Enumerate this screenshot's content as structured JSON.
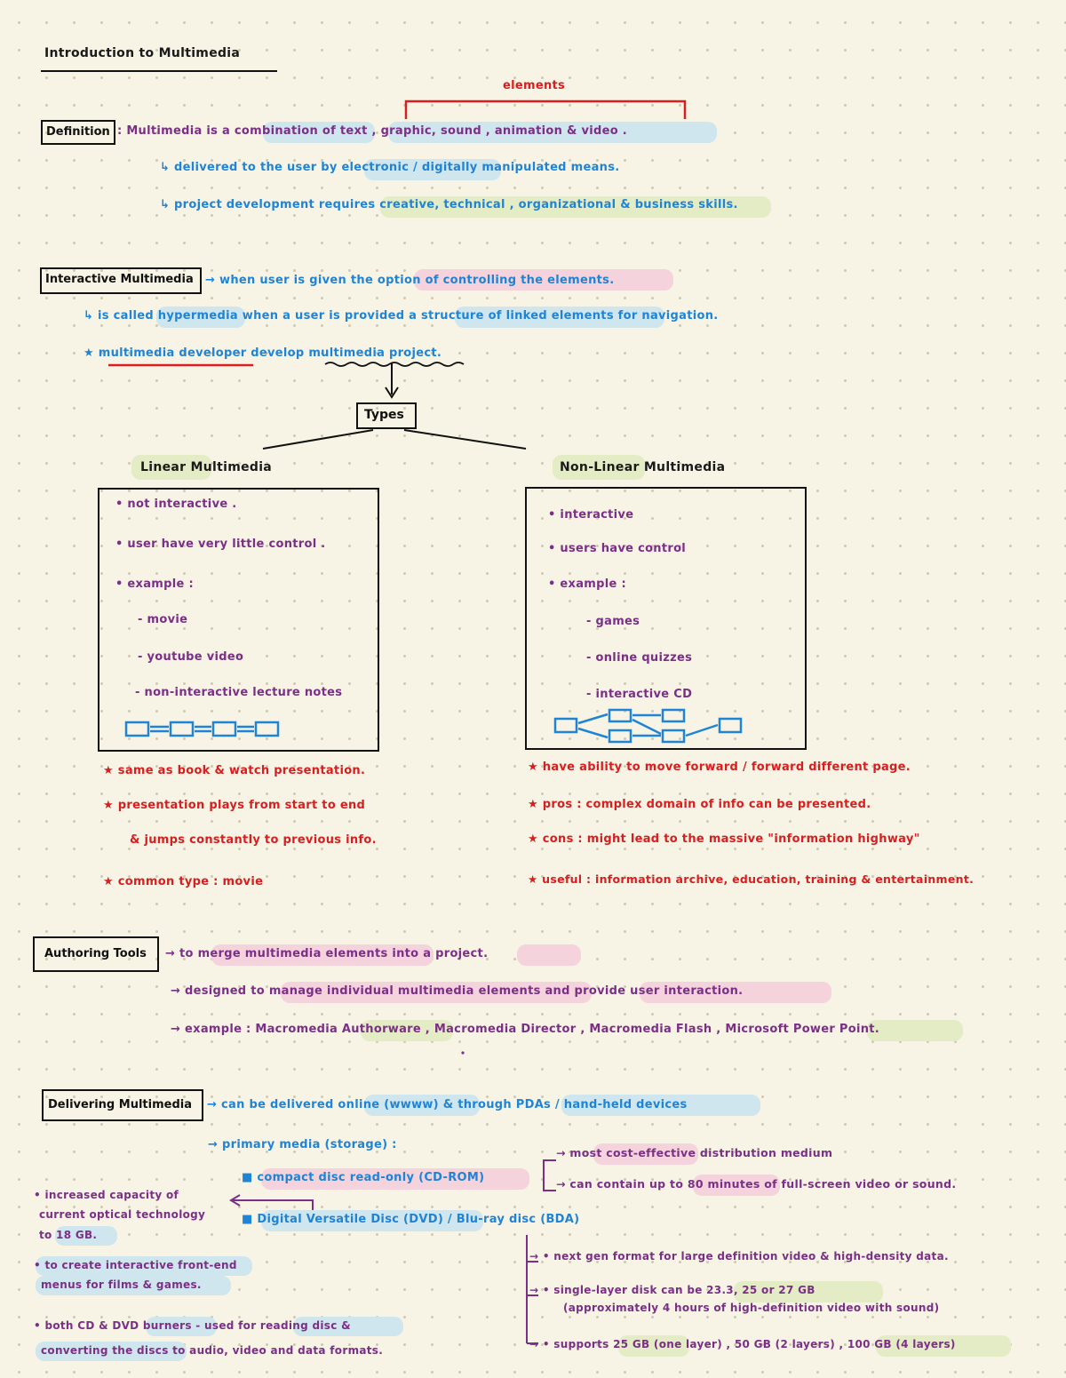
{
  "title": "Introduction to Multimedia",
  "elements_label": "elements",
  "definition": {
    "label": "Definition",
    "main": ": Multimedia is a combination of text , graphic, sound , animation & video .",
    "sub1": "↳ delivered to the user by electronic / digitally manipulated means.",
    "sub2": "↳ project development requires creative, technical , organizational & business skills."
  },
  "interactive": {
    "label": "Interactive Multimedia",
    "main": "→ when user is given the option of controlling the elements.",
    "sub1": "↳ is called hypermedia when a user is provided a structure of linked elements for navigation.",
    "sub2": "★ multimedia developer develop multimedia project."
  },
  "types_label": "Types",
  "linear": {
    "heading": "Linear Multimedia",
    "items": [
      "• not interactive .",
      "• user have very little control .",
      "• example :",
      "- movie",
      "- youtube video",
      "- non-interactive lecture notes"
    ],
    "notes": [
      "★ same as book & watch presentation.",
      "★ presentation plays from start to end",
      "& jumps constantly to previous info.",
      "★ common type : movie"
    ]
  },
  "nonlinear": {
    "heading": "Non-Linear Multimedia",
    "items": [
      "• interactive",
      "• users have control",
      "• example :",
      "- games",
      "- online quizzes",
      "- interactive CD"
    ],
    "notes": [
      "★ have ability to move forward / forward different page.",
      "★ pros : complex domain of info can be presented.",
      "★ cons : might lead to the massive \"information highway\"",
      "★ useful : information archive, education, training & entertainment."
    ]
  },
  "authoring": {
    "label": "Authoring Tools",
    "lines": [
      "→ to merge multimedia elements into a project.",
      "→ designed to manage individual multimedia elements and provide user interaction.",
      "→ example : Macromedia Authorware , Macromedia Director , Macromedia Flash , Microsoft Power Point."
    ]
  },
  "delivering": {
    "label": "Delivering Multimedia",
    "main": "→ can be delivered online (wwww) & through PDAs / hand-held devices",
    "primary": "→ primary media (storage) :",
    "cdrom": "■ compact disc read-only (CD-ROM)",
    "cd_notes": [
      "→ most cost-effective distribution medium",
      "→ can contain up to 80 minutes of full-screen video or sound."
    ],
    "dvd": "■ Digital Versatile Disc (DVD) / Blu-ray disc (BDA)",
    "left_notes": [
      "• increased capacity of",
      "current optical technology",
      "to 18 GB.",
      "• to create interactive front-end",
      "menus for films & games.",
      "• both CD & DVD burners - used for reading disc &",
      "converting the discs to audio, video and data formats."
    ],
    "bd_notes": [
      "→ • next gen format for large definition video & high-density data.",
      "→ • single-layer disk can be 23.3, 25 or 27 GB",
      "(approximately 4 hours of high-definition video with sound)",
      "→ • supports 25 GB (one layer) , 50 GB (2 layers) , 100 GB (4 layers)"
    ]
  }
}
